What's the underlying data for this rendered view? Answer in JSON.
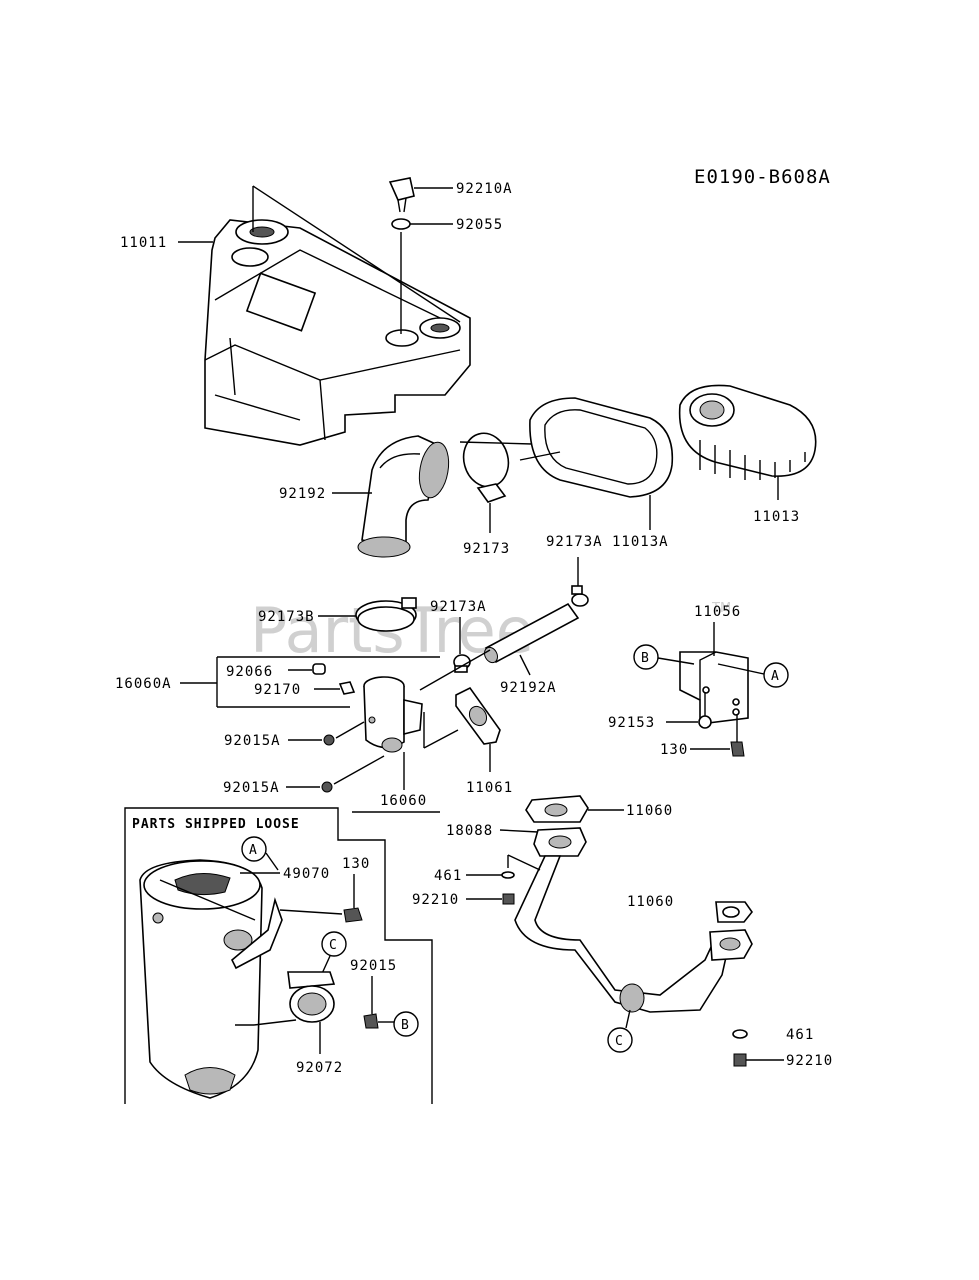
{
  "diagram_code": "E0190-B608A",
  "watermark": "PartsTree",
  "watermark_tm": "TM",
  "loose_box_title": "PARTS SHIPPED LOOSE",
  "parts": {
    "p92210A": "92210A",
    "p92055": "92055",
    "p11011": "11011",
    "p92192": "92192",
    "p92173": "92173",
    "p11013A": "11013A",
    "p11013": "11013",
    "p92173A_top": "92173A",
    "p92173B": "92173B",
    "p92173A_mid": "92173A",
    "p11056": "11056",
    "p92066": "92066",
    "p16060A": "16060A",
    "p92170": "92170",
    "p92192A": "92192A",
    "p92153": "92153",
    "p92015A_a": "92015A",
    "p130_right": "130",
    "p92015A_b": "92015A",
    "p16060": "16060",
    "p11061": "11061",
    "p11060_gasket": "11060",
    "p18088": "18088",
    "p461_mid": "461",
    "p92210_mid": "92210",
    "p11060_pipe": "11060",
    "p49070": "49070",
    "p130_loose": "130",
    "p92015": "92015",
    "p92072": "92072",
    "p461_bottom": "461",
    "p92210_bottom": "92210"
  },
  "callouts": {
    "A_right": "A",
    "B_right": "B",
    "A_loose": "A",
    "C_loose": "C",
    "B_loose": "B",
    "C_pipe": "C"
  }
}
